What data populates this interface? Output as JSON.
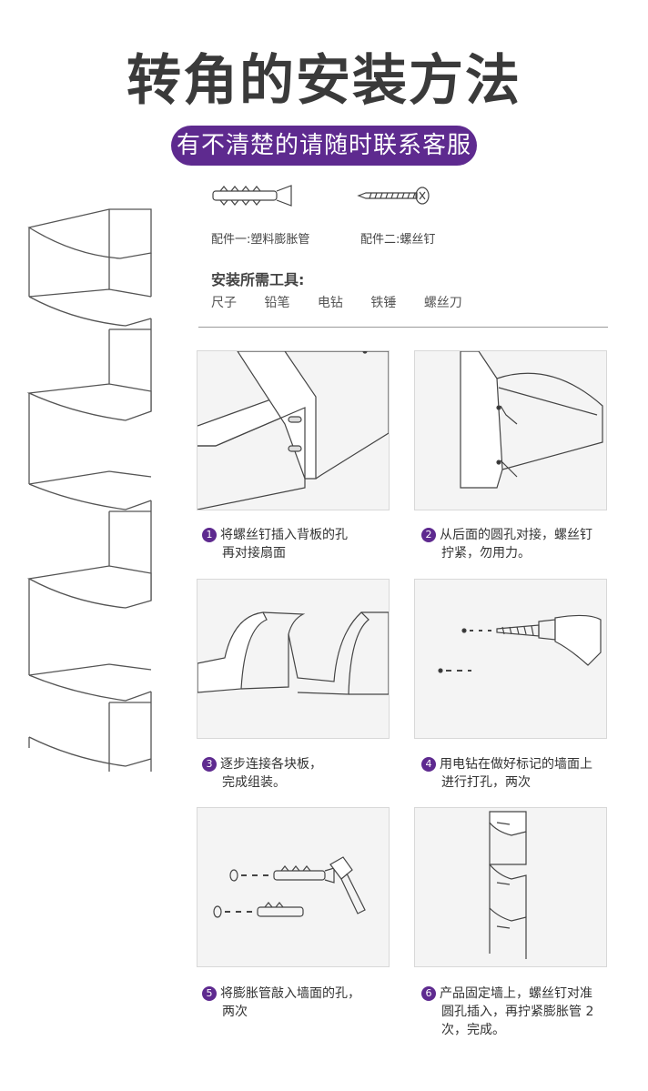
{
  "title": "转角的安装方法",
  "subtitle": "有不清楚的请随时联系客服",
  "parts": [
    {
      "label": "配件一:塑料膨胀管",
      "icon": "plastic-anchor-icon"
    },
    {
      "label": "配件二:螺丝钉",
      "icon": "screw-icon"
    }
  ],
  "tools": {
    "title": "安装所需工具:",
    "items": [
      "尺子",
      "铅笔",
      "电钻",
      "铁锤",
      "螺丝刀"
    ]
  },
  "steps": [
    {
      "num": "1",
      "lines": [
        "将螺丝钉插入背板的孔",
        "再对接扇面"
      ]
    },
    {
      "num": "2",
      "lines": [
        "从后面的圆孔对接，螺丝钉",
        "拧紧，勿用力。"
      ]
    },
    {
      "num": "3",
      "lines": [
        "逐步连接各块板，",
        "完成组装。"
      ]
    },
    {
      "num": "4",
      "lines": [
        "用电钻在做好标记的墙面上",
        "进行打孔，两次"
      ]
    },
    {
      "num": "5",
      "lines": [
        "将膨胀管敲入墙面的孔，",
        "两次"
      ]
    },
    {
      "num": "6",
      "lines": [
        "产品固定墙上，螺丝钉对准",
        "圆孔插入，再拧紧膨胀管 2",
        "次，完成。"
      ]
    }
  ],
  "colors": {
    "accent": "#5e2a8f",
    "title": "#3a3a3a"
  }
}
